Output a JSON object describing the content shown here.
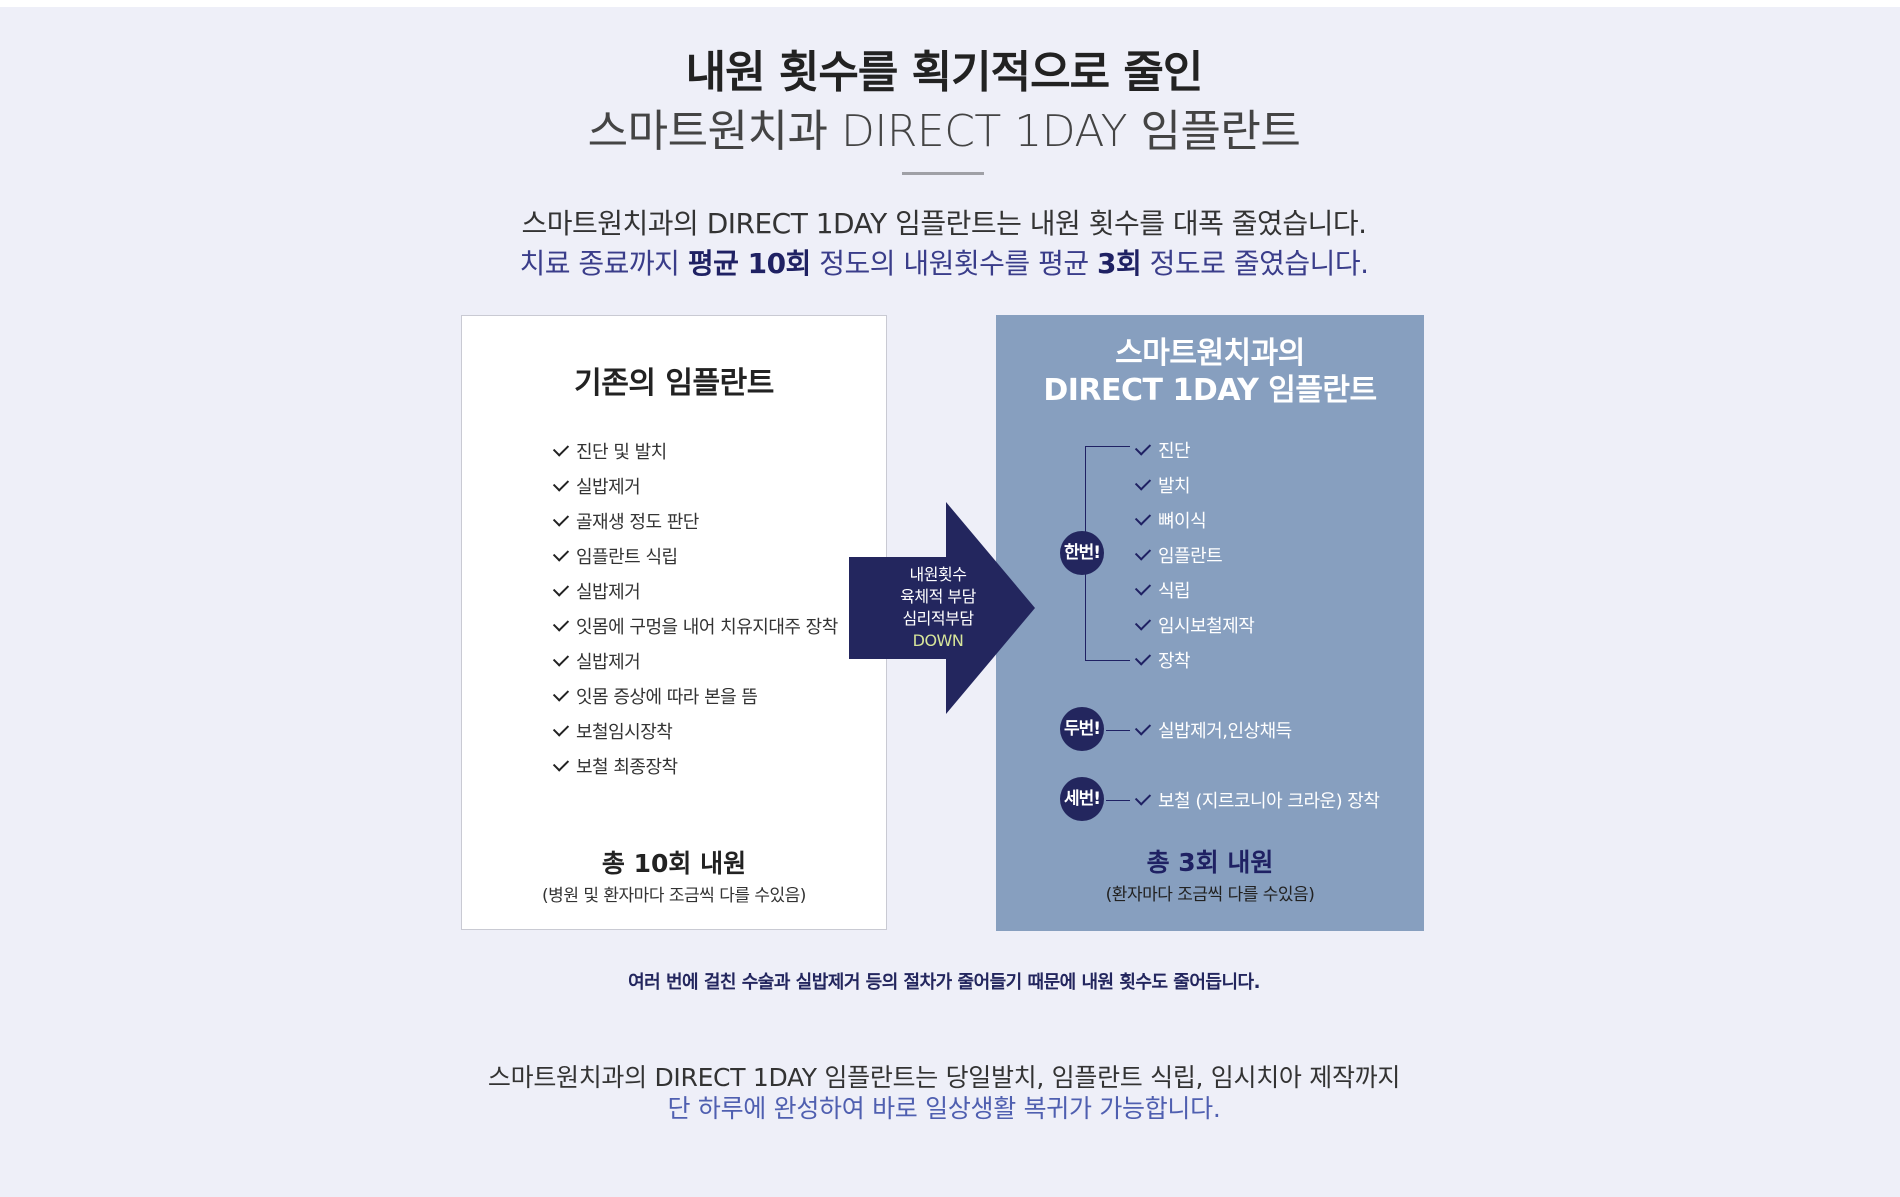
{
  "hero": {
    "title_bold": "내원 횟수를 획기적으로 줄인",
    "title_light": "스마트원치과 DIRECT 1DAY 임플란트"
  },
  "intro": {
    "line1": "스마트원치과의 DIRECT 1DAY 임플란트는 내원 횟수를 대폭 줄였습니다.",
    "line2_a": "치료 종료까지 ",
    "line2_b": "평균 10회",
    "line2_c": " 정도의 내원횟수를 평균 ",
    "line2_d": "3회",
    "line2_e": " 정도로 줄였습니다."
  },
  "left_box": {
    "title": "기존의 임플란트",
    "items": [
      "진단 및 발치",
      "실밥제거",
      "골재생 정도 판단",
      "임플란트 식립",
      "실밥제거",
      "잇몸에 구멍을 내어 치유지대주 장착",
      "실밥제거",
      "잇몸 증상에 따라 본을 뜸",
      "보철임시장착",
      "보철 최종장착"
    ],
    "total": "총 10회 내원",
    "note": "(병원 및 환자마다 조금씩 다를 수있음)"
  },
  "arrow": {
    "line1": "내원횟수",
    "line2": "육체적 부담",
    "line3": "심리적부담",
    "line4": "DOWN",
    "color": "#23265e"
  },
  "right_box": {
    "title_line1": "스마트원치과의",
    "title_line2": "DIRECT 1DAY 임플란트",
    "visit1_badge": "한번!",
    "visit1_items": [
      "진단",
      "발치",
      "뼈이식",
      "임플란트",
      "식립",
      "임시보철제작",
      "장착"
    ],
    "visit2_badge": "두번!",
    "visit2_item": "실밥제거,인상채득",
    "visit3_badge": "세번!",
    "visit3_item": "보철 (지르코니아 크라운) 장착",
    "total": "총 3회 내원",
    "note": "(환자마다 조금씩 다를 수있음)",
    "background": "#879fbf"
  },
  "footnote": "여러 번에 걸친 수술과 실밥제거 등의 절차가 줄어들기 때문에 내원 횟수도 줄어듭니다.",
  "outro": {
    "line1": "스마트원치과의 DIRECT 1DAY 임플란트는 당일발치, 임플란트 식립, 임시치아 제작까지",
    "line2": "단 하루에 완성하여 바로 일상생활 복귀가 가능합니다."
  }
}
